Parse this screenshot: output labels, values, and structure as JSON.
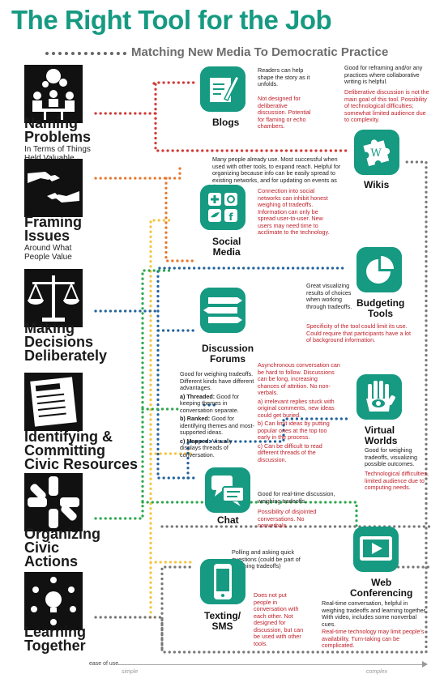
{
  "title": "The Right Tool for the Job",
  "subtitle": "Matching New Media To Democratic Practice",
  "colors": {
    "brand": "#169a82",
    "red": "#d03a35",
    "orange": "#e8772d",
    "yellow": "#f4c542",
    "blue": "#23639e",
    "green": "#2fa84f",
    "gray": "#777777",
    "note_red": "#c0202a"
  },
  "categories": [
    {
      "label1": "Naming",
      "label2": "Problems",
      "label3": "",
      "sub1": "In Terms of Things",
      "sub2": "Held Valuable",
      "icon": "people-at-table-icon"
    },
    {
      "label1": "Framing",
      "label2": "Issues",
      "label3": "",
      "sub1": "Around What",
      "sub2": "People Value",
      "icon": "reaching-hands-icon"
    },
    {
      "label1": "Making",
      "label2": "Decisions",
      "label3": "Deliberately",
      "sub1": "",
      "sub2": "",
      "icon": "scales-icon"
    },
    {
      "label1": "Identifying &",
      "label2": "Committing",
      "label3": "Civic Resources",
      "sub1": "",
      "sub2": "",
      "icon": "resources-checklist-icon"
    },
    {
      "label1": "Organizing",
      "label2": "Civic",
      "label3": "Actions",
      "sub1": "",
      "sub2": "",
      "icon": "joined-hands-icon"
    },
    {
      "label1": "Learning",
      "label2": "Together",
      "label3": "",
      "sub1": "",
      "sub2": "",
      "icon": "lightbulb-people-icon"
    }
  ],
  "tools": {
    "blogs": {
      "name": "Blogs",
      "icon": "pen-paper-icon",
      "pro": "Readers can help shape the story as it unfolds.",
      "con": "Not designed for deliberative discussion. Potential for flaming or echo chambers."
    },
    "wikis": {
      "name": "Wikis",
      "icon": "puzzle-w-icon",
      "pro": "Good for reframing and/or any practices where collaborative writing is helpful.",
      "con": "Deliberative discussion is not the main goal of this tool. Possibility of technological difficulties; somewhat limited audience due to complexity."
    },
    "social": {
      "name1": "Social",
      "name2": "Media",
      "icon": "social-grid-icon",
      "pro": "Many people already use. Most successful when used with other tools, to expand reach. Helpful for organizing because info can be easily spread to existing networks, and for updating on events as they occur.",
      "con": "Connection into social networks can inhibit honest weighing of tradeoffs. Information can only be spread user-to-user. New users may need time to acclimate to the technology."
    },
    "budgeting": {
      "name1": "Budgeting",
      "name2": "Tools",
      "icon": "pie-chart-icon",
      "pro": "Great visualizing results of choices when working through tradeoffs.",
      "con": "Specificity of the tool could limit its use. Could require that participants have a lot of background information."
    },
    "forums": {
      "name1": "Discussion",
      "name2": "Forums",
      "icon": "forum-bars-icon",
      "pro_intro": "Good for weighing tradeoffs. Different kinds have different advantages.",
      "pro_a_label": "a) Threaded:",
      "pro_a": " Good for keeping themes in conversation separate.",
      "pro_b_label": "b) Ranked:",
      "pro_b": " Good for identifying themes and most-supported ideas.",
      "pro_c_label": "c) Mapped:",
      "pro_c": " Visually displays threads of conversation.",
      "con_intro": "Asynchronous conversation can be hard to follow. Discussions can be long, increasing chances of attrition. No non-verbals.",
      "con_a": "a) irrelevant replies stuck with original comments, new ideas could get buried.",
      "con_b": "b) Can limit ideas by putting popular ones at the top too early in the process.",
      "con_c": "c) Can be difficult to read different threads of the discussion."
    },
    "virtual": {
      "name1": "Virtual",
      "name2": "Worlds",
      "icon": "hand-eye-icon",
      "pro": "Good for weighing tradeoffs, visualizing possible outcomes.",
      "con": "Technological difficulties, limited audience due to computing needs."
    },
    "chat": {
      "name": "Chat",
      "icon": "speech-bubbles-icon",
      "pro": "Good for real-time discussion, weighing tradeoffs.",
      "con": "Possibility of disjointed conversations. No nonverbals."
    },
    "web": {
      "name1": "Web",
      "name2": "Conferencing",
      "icon": "video-play-icon",
      "pro": "Real-time conversation, helpful in weighing tradeoffs and learning together. With video, includes some nonverbal cues.",
      "con": "Real-time technology may limit people's availability. Turn-taking can be complicated."
    },
    "texting": {
      "name1": "Texting/",
      "name2": "SMS",
      "icon": "phone-icon",
      "pro": "Polling and asking quick questions (could be part of weighing tradeoffs)",
      "con": "Does not put people in conversation with each other. Not designed for discussion, but can be used with other tools."
    }
  },
  "axis": {
    "label": "ease of use",
    "left": "simple",
    "right": "complex"
  }
}
